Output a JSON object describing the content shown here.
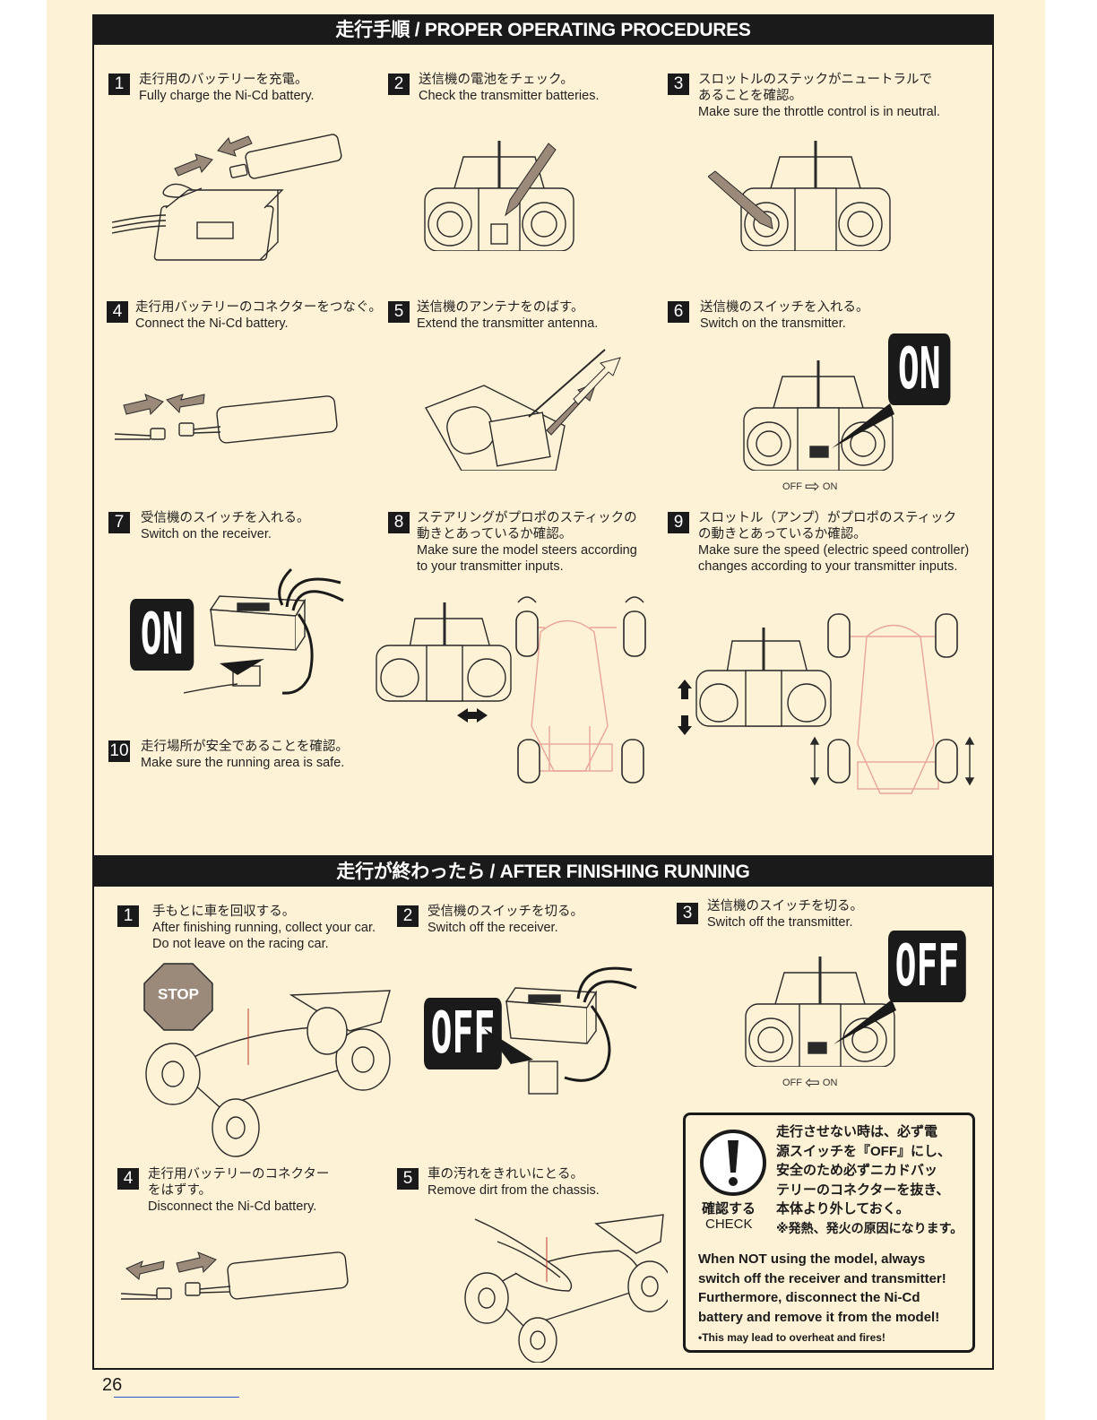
{
  "sections": {
    "procedures_title": "走行手順 / PROPER OPERATING PROCEDURES",
    "after_title": "走行が終わったら / AFTER FINISHING RUNNING"
  },
  "steps": {
    "s1": {
      "num": "1",
      "jp": "走行用のバッテリーを充電。",
      "en": "Fully charge the Ni-Cd battery."
    },
    "s2": {
      "num": "2",
      "jp": "送信機の電池をチェック。",
      "en": "Check the transmitter batteries."
    },
    "s3": {
      "num": "3",
      "jp1": "スロットルのステックがニュートラルで",
      "jp2": "あることを確認。",
      "en": "Make sure the throttle control is in neutral."
    },
    "s4": {
      "num": "4",
      "jp": "走行用バッテリーのコネクターをつなぐ。",
      "en": "Connect the Ni-Cd battery."
    },
    "s5": {
      "num": "5",
      "jp": "送信機のアンテナをのばす。",
      "en": "Extend the transmitter antenna."
    },
    "s6": {
      "num": "6",
      "jp": "送信機のスイッチを入れる。",
      "en": "Switch on the transmitter."
    },
    "s7": {
      "num": "7",
      "jp": "受信機のスイッチを入れる。",
      "en": "Switch on the receiver."
    },
    "s8": {
      "num": "8",
      "jp1": "ステアリングがプロポのスティックの",
      "jp2": "動きとあっているか確認。",
      "en1": "Make sure the model steers according",
      "en2": "to your transmitter inputs."
    },
    "s9": {
      "num": "9",
      "jp1": "スロットル（アンプ）がプロポのスティック",
      "jp2": "の動きとあっているか確認。",
      "en1": "Make sure the speed (electric speed controller)",
      "en2": "changes according to your transmitter inputs."
    },
    "s10": {
      "num": "10",
      "jp": "走行場所が安全であることを確認。",
      "en": "Make sure the running area is safe."
    }
  },
  "after_steps": {
    "a1": {
      "num": "1",
      "jp": "手もとに車を回収する。",
      "en1": "After finishing running, collect your car.",
      "en2": "Do not leave on the racing car."
    },
    "a2": {
      "num": "2",
      "jp": "受信機のスイッチを切る。",
      "en": "Switch off the receiver."
    },
    "a3": {
      "num": "3",
      "jp": "送信機のスイッチを切る。",
      "en": "Switch off the transmitter."
    },
    "a4": {
      "num": "4",
      "jp1": "走行用バッテリーのコネクター",
      "jp2": "をはずす。",
      "en": "Disconnect the Ni-Cd battery."
    },
    "a5": {
      "num": "5",
      "jp": "車の汚れをきれいにとる。",
      "en": "Remove dirt from the chassis."
    }
  },
  "labels": {
    "on": "ON",
    "off": "OFF",
    "switch_off": "OFF",
    "switch_on": "ON",
    "stop": "STOP"
  },
  "notice": {
    "check_jp": "確認する",
    "check_en": "CHECK",
    "jp_lines": [
      "走行させない時は、必ず電",
      "源スイッチを『OFF』にし、",
      "安全のため必ずニカドバッ",
      "テリーのコネクターを抜き、",
      "本体より外しておく。"
    ],
    "jp_note": "※発熱、発火の原因になります。",
    "en_lines": [
      "When NOT using the model, always",
      "switch off the receiver and transmitter!",
      "Furthermore, disconnect the Ni-Cd",
      "battery and remove it from the model!"
    ],
    "en_note": "•This may lead to overheat and fires!"
  },
  "page_number": "26"
}
